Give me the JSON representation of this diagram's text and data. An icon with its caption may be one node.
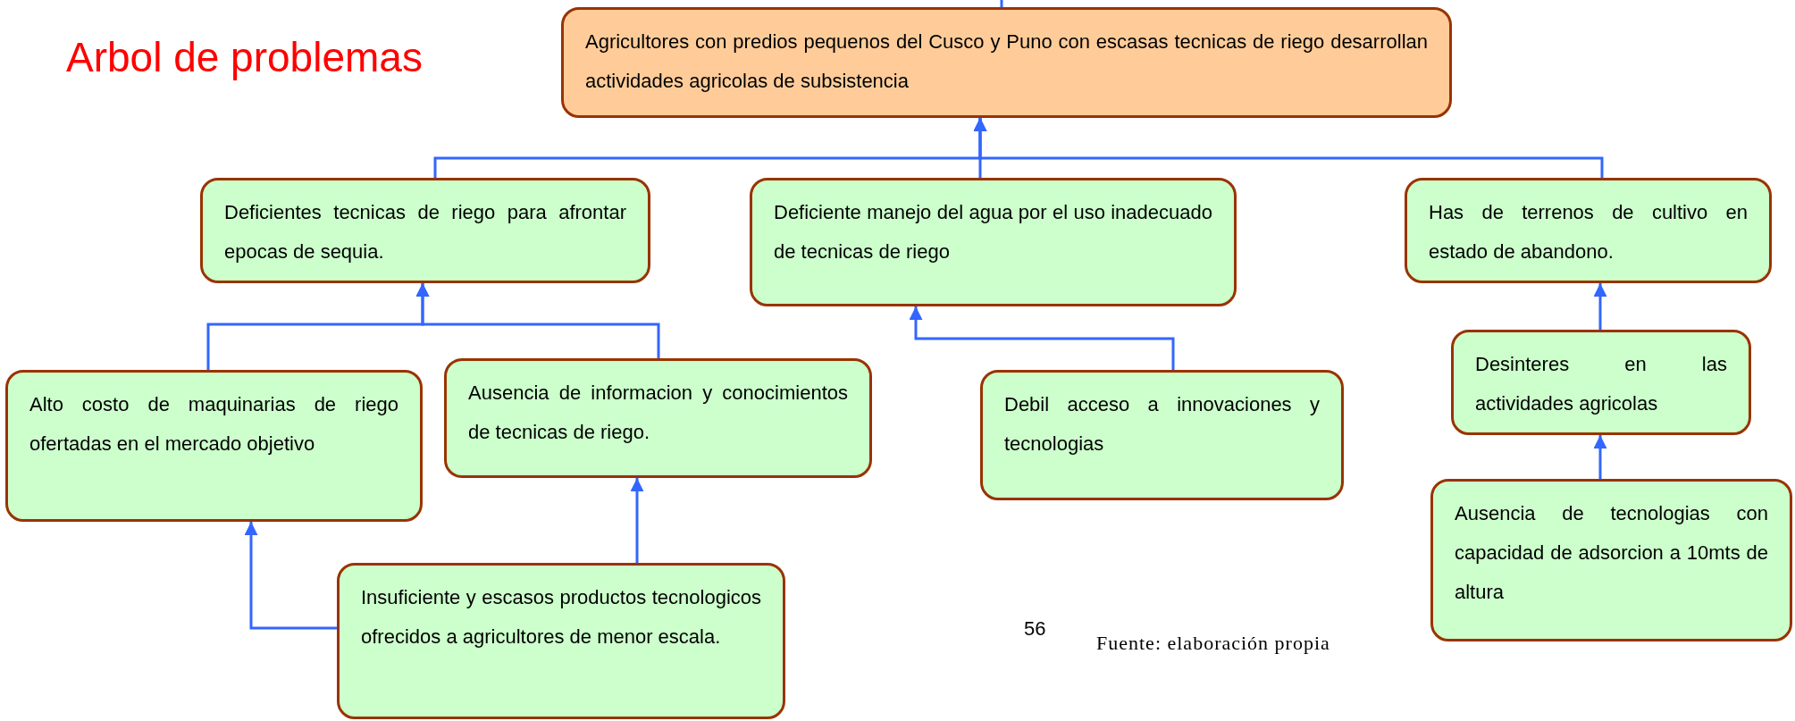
{
  "diagram": {
    "title": "Arbol de problemas",
    "caption": "Fuente: elaboración propia",
    "nodes": [
      {
        "text": [
          "Agricultores con predios pequenos del Cusco y Puno con escasas tecnicas de riego desarrollan actividades agricolas de subsistencia"
        ]
      },
      {
        "text": [
          "Deficientes  tecnicas de riego para afrontar epocas de sequia."
        ]
      },
      {
        "text": [
          "Deficiente manejo del agua  por el uso inadecuado de tecnicas de riego"
        ]
      },
      {
        "text": [
          "Has de terrenos de cultivo en estado de  abandono."
        ]
      },
      {
        "text": [
          "Alto costo de  maquinarias  de riego ofertadas en el mercado objetivo"
        ]
      },
      {
        "text": [
          "Ausencia de informacion y conocimientos de tecnicas de riego."
        ]
      },
      {
        "text": [
          "Debil acceso a innovaciones y tecnologias"
        ]
      },
      {
        "text": [
          "Desinteres en las actividades agricolas"
        ]
      },
      {
        "text": [
          "Insuficiente y escasos  productos tecnologicos ofrecidos a agricultores de menor escala."
        ]
      },
      {
        "text": [
          "Ausencia de tecnologias con capacidad de adsorcion a 10mts de altura"
        ]
      }
    ],
    "edges": [
      {
        "from": 0,
        "to": null,
        "arrow": "none"
      },
      {
        "from": 1,
        "to": 0,
        "arrow": "to"
      },
      {
        "from": 2,
        "to": 0,
        "arrow": "to"
      },
      {
        "from": 3,
        "to": 0,
        "arrow": "to"
      },
      {
        "from": 4,
        "to": 1,
        "arrow": "to"
      },
      {
        "from": 5,
        "to": 1,
        "arrow": "to"
      },
      {
        "from": 6,
        "to": 2,
        "arrow": "to"
      },
      {
        "from": 8,
        "to": 4,
        "arrow": "to"
      },
      {
        "from": 8,
        "to": 5,
        "arrow": "to"
      },
      {
        "from": 7,
        "to": 3,
        "arrow": "to"
      },
      {
        "from": 9,
        "to": 7,
        "arrow": "to"
      }
    ],
    "labels": [
      "56"
    ]
  }
}
